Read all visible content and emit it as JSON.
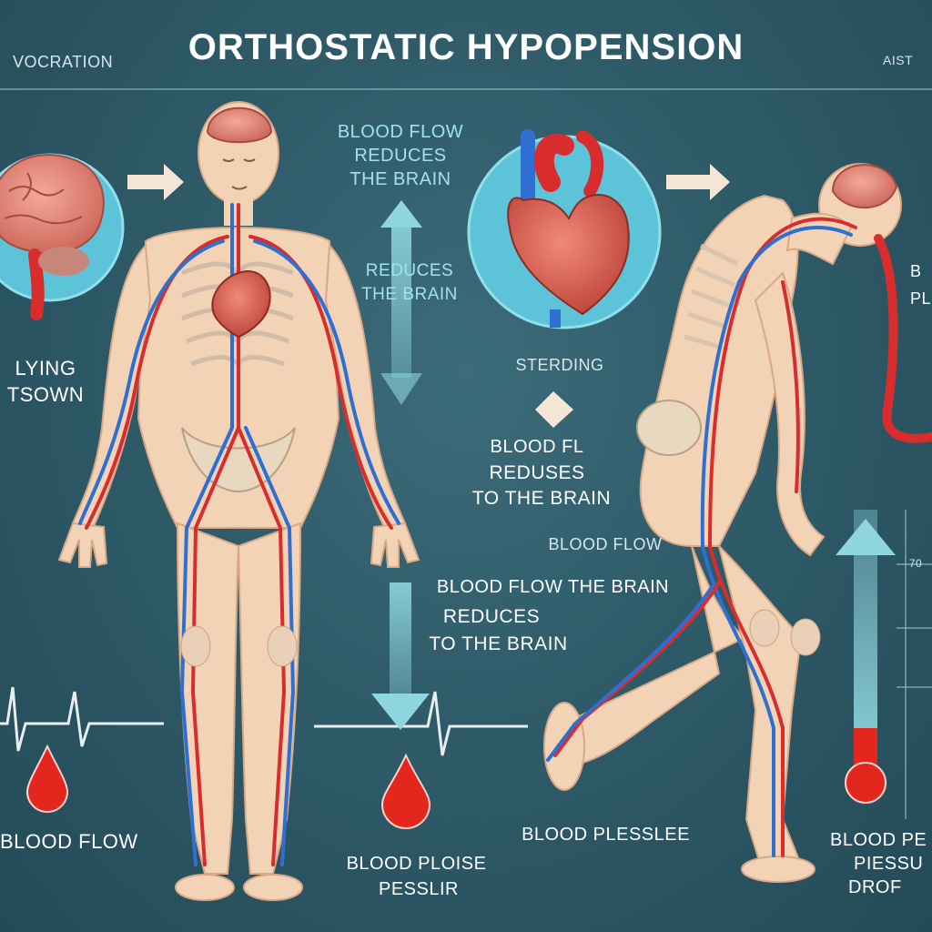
{
  "header": {
    "title": "ORTHOSTATIC HYPOPENSION",
    "corner_left": "VOCRATION",
    "corner_right": "AIST"
  },
  "left_panel": {
    "position_label": [
      "LYING",
      "TSOWN"
    ],
    "bottom_label": "BLOOD FLOW"
  },
  "center_labels": {
    "top": [
      "BLOOD FLOW",
      "REDUCES",
      "THE BRAIN"
    ],
    "mid": [
      "REDUCES",
      "THE BRAIN"
    ],
    "standing": "STERDING",
    "reduses": [
      "BLOOD FL",
      "REDUSES",
      "TO THE BRAIN"
    ],
    "flow": "BLOOD FLOW",
    "lower": [
      "BLOOD FLOW THE BRAIN",
      "REDUCES",
      "TO THE BRAIN"
    ],
    "bottom": [
      "BLOOD PLOISE",
      "PESSLIR"
    ]
  },
  "right_panel": {
    "bottom_label": "BLOOD PLESSLEE",
    "edge_label": [
      "BLOOD PE",
      "PIESSU",
      "DROF"
    ],
    "edge_top": [
      "B",
      "PL"
    ],
    "scale_ticks": [
      "70"
    ]
  },
  "colors": {
    "background": "#2d5563",
    "artery": "#d92d2d",
    "vein": "#2f6fd1",
    "skin": "#f3d3b6",
    "accent": "#8fd6e0",
    "circle": "#5cc3d8"
  }
}
